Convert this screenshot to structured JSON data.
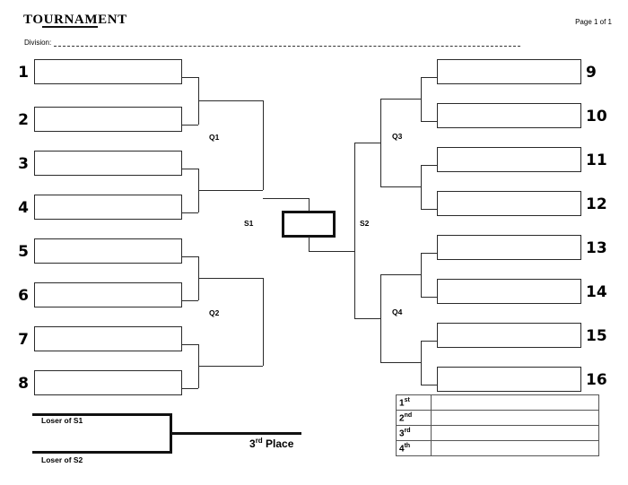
{
  "header": {
    "title": "TOURNAMENT",
    "page_of": "Page 1 of 1",
    "division_label": "Division:"
  },
  "bracket": {
    "left_seeds": [
      "1",
      "2",
      "3",
      "4",
      "5",
      "6",
      "7",
      "8"
    ],
    "right_seeds": [
      "9",
      "10",
      "11",
      "12",
      "13",
      "14",
      "15",
      "16"
    ],
    "round_labels": {
      "q1": "Q1",
      "q2": "Q2",
      "q3": "Q3",
      "q4": "Q4",
      "s1": "S1",
      "s2": "S2"
    }
  },
  "third_place": {
    "loser_s1": "Loser of S1",
    "loser_s2": "Loser of S2",
    "label_text": "3",
    "label_sup": "rd",
    "label_rest": " Place"
  },
  "placement": {
    "rows": [
      {
        "rank": "1",
        "sup": "st",
        "value": ""
      },
      {
        "rank": "2",
        "sup": "nd",
        "value": ""
      },
      {
        "rank": "3",
        "sup": "rd",
        "value": ""
      },
      {
        "rank": "4",
        "sup": "th",
        "value": ""
      }
    ]
  },
  "colors": {
    "line": "#2a2a2a",
    "heavy": "#111111",
    "background": "#ffffff"
  }
}
